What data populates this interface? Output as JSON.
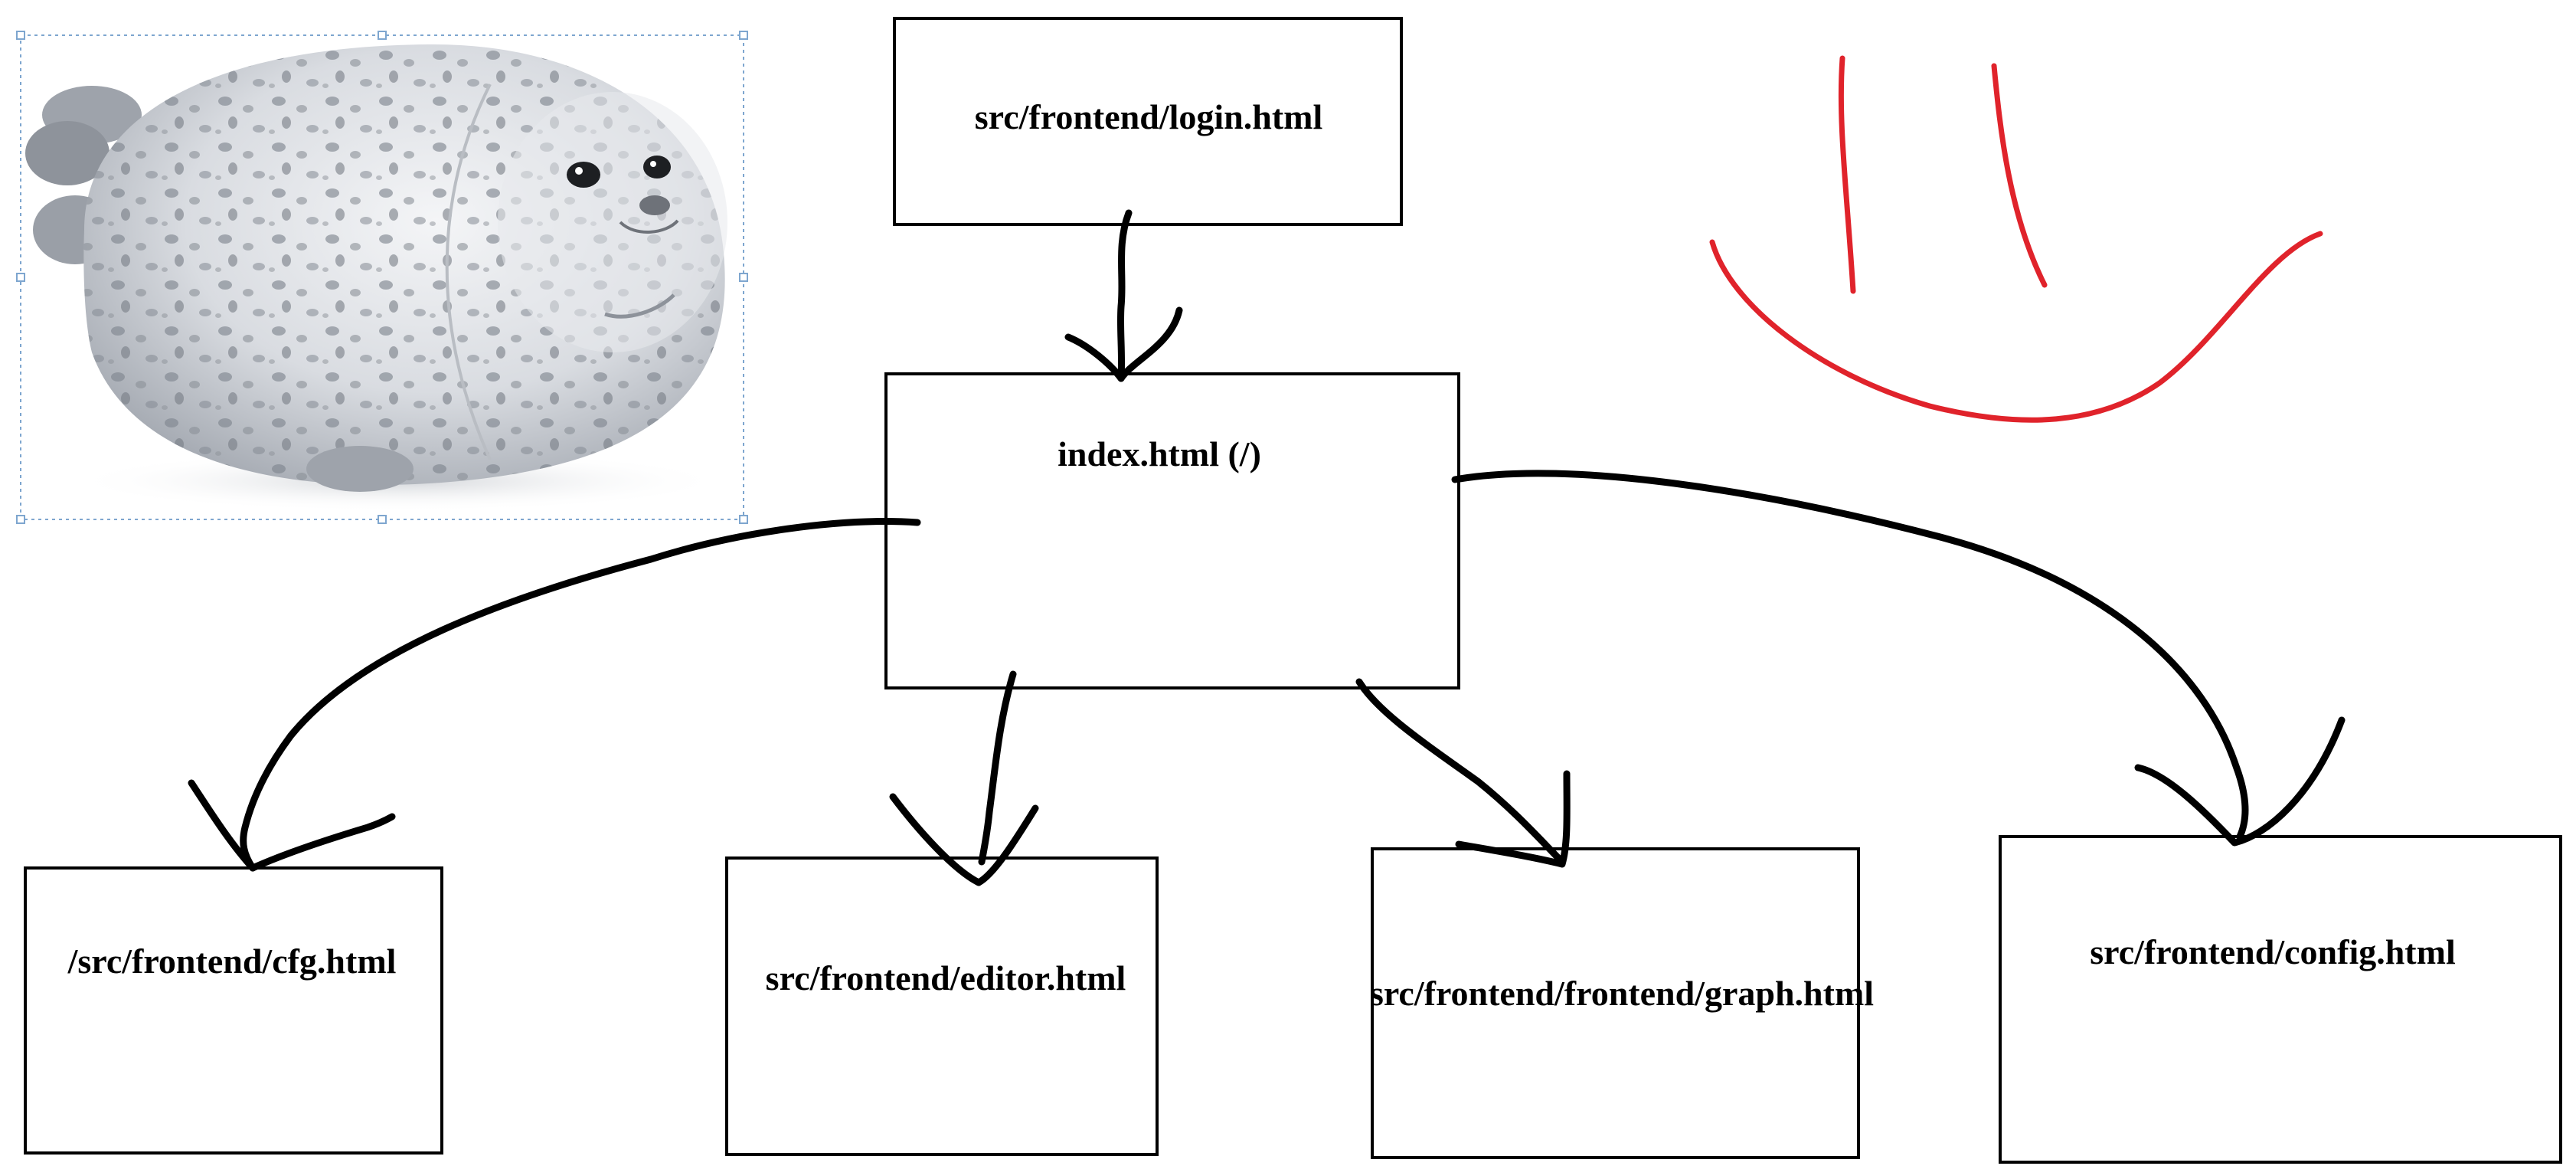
{
  "diagram": {
    "nodes": {
      "login": "src/frontend/login.html",
      "index": "index.html (/)",
      "cfg": "/src/frontend/cfg.html",
      "editor": "src/frontend/editor.html",
      "graph": "src/frontend/frontend/graph.html",
      "config": "src/frontend/config.html"
    },
    "edges": [
      {
        "from": "login",
        "to": "index"
      },
      {
        "from": "index",
        "to": "cfg"
      },
      {
        "from": "index",
        "to": "editor"
      },
      {
        "from": "index",
        "to": "graph"
      },
      {
        "from": "index",
        "to": "config"
      }
    ]
  },
  "decorations": {
    "seal_image_icon": "seal-plush-image",
    "smiley_icon": "smiley-face-icon",
    "smiley_color": "#e0232b"
  },
  "colors": {
    "ink": "#000000",
    "background": "#ffffff",
    "selection": "#7ea6cf"
  }
}
